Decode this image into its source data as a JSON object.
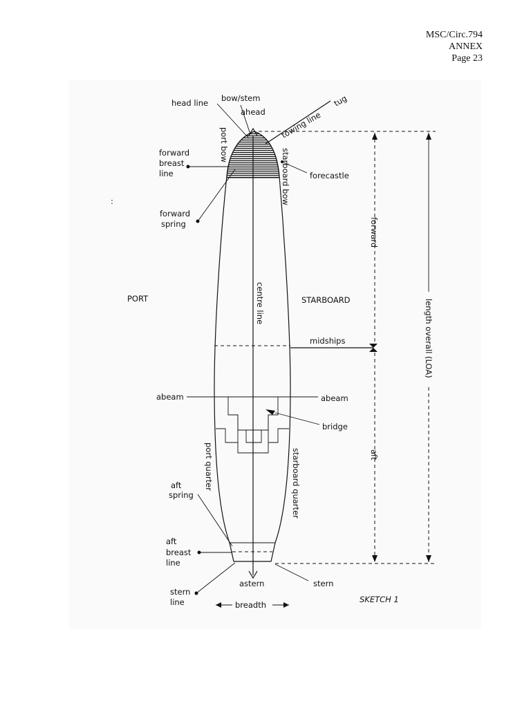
{
  "header": {
    "doc_ref": "MSC/Circ.794",
    "annex": "ANNEX",
    "page": "Page 23"
  },
  "labels": {
    "head_line": "head line",
    "bow_stem": "bow/stem",
    "ahead": "ahead",
    "tug": "tug",
    "towing_line": "towing line",
    "port_bow": "port bow",
    "starboard_bow": "starboard bow",
    "forward_breast_line_1": "forward",
    "forward_breast_line_2": "breast",
    "forward_breast_line_3": "line",
    "forecastle": "forecastle",
    "forward_spring_1": "forward",
    "forward_spring_2": "spring",
    "forward": "forward",
    "port": "PORT",
    "starboard": "STARBOARD",
    "centre_line": "centre line",
    "length_overall": "length overall (LOA)",
    "midships": "midships",
    "abeam_port": "abeam",
    "abeam_starboard": "abeam",
    "bridge": "bridge",
    "port_quarter": "port quarter",
    "starboard_quarter": "starboard quarter",
    "aft": "aft",
    "aft_spring_1": "aft",
    "aft_spring_2": "spring",
    "aft_breast_line_1": "aft",
    "aft_breast_line_2": "breast",
    "aft_breast_line_3": "line",
    "astern": "astern",
    "stern": "stern",
    "stern_line_1": "stern",
    "stern_line_2": "line",
    "breadth": "breadth",
    "sketch_caption": "SKETCH 1"
  }
}
